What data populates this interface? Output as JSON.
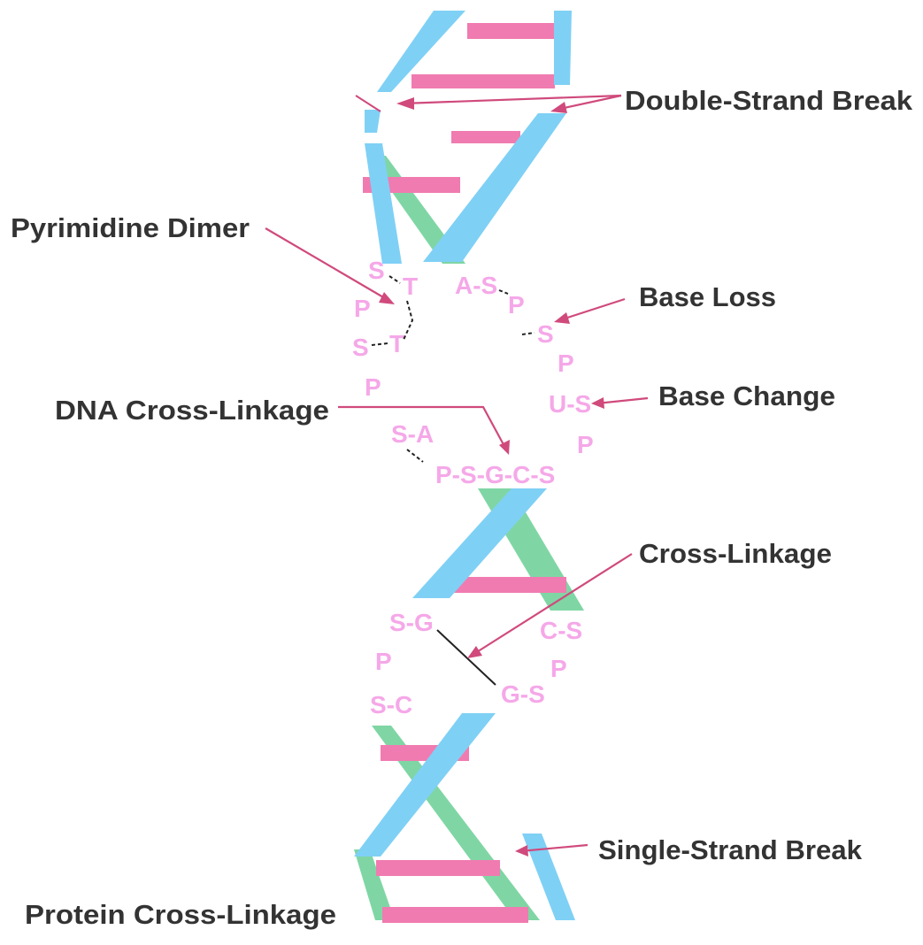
{
  "colors": {
    "strand_blue": "#7fd0f5",
    "strand_green": "#7fd6a4",
    "base_pair_pink": "#f07bb0",
    "nucleotide_text": "#f5a8e8",
    "arrow": "#d04a7c",
    "label_text": "#333333",
    "background": "#ffffff"
  },
  "labels": {
    "double_strand_break": "Double-Strand Break",
    "pyrimidine_dimer": "Pyrimidine Dimer",
    "base_loss": "Base Loss",
    "base_change": "Base Change",
    "dna_cross_linkage": "DNA Cross-Linkage",
    "cross_linkage": "Cross-Linkage",
    "single_strand_break": "Single-Strand Break",
    "protein_cross_linkage": "Protein Cross-Linkage"
  },
  "upper_bubble": {
    "s1": "S",
    "t1": "T",
    "p1": "P",
    "s2": "S",
    "t2": "T",
    "p2": "P",
    "s_a": "S-A",
    "bottom_run": "P-S-G-C-S",
    "a_s": "A-S",
    "p3": "P",
    "s3": "S",
    "p4": "P",
    "u_s": "U-S",
    "p5": "P"
  },
  "lower_bubble": {
    "s_g": "S-G",
    "p1": "P",
    "s_c": "S-C",
    "c_s": "C-S",
    "p2": "P",
    "g_s": "G-S"
  }
}
